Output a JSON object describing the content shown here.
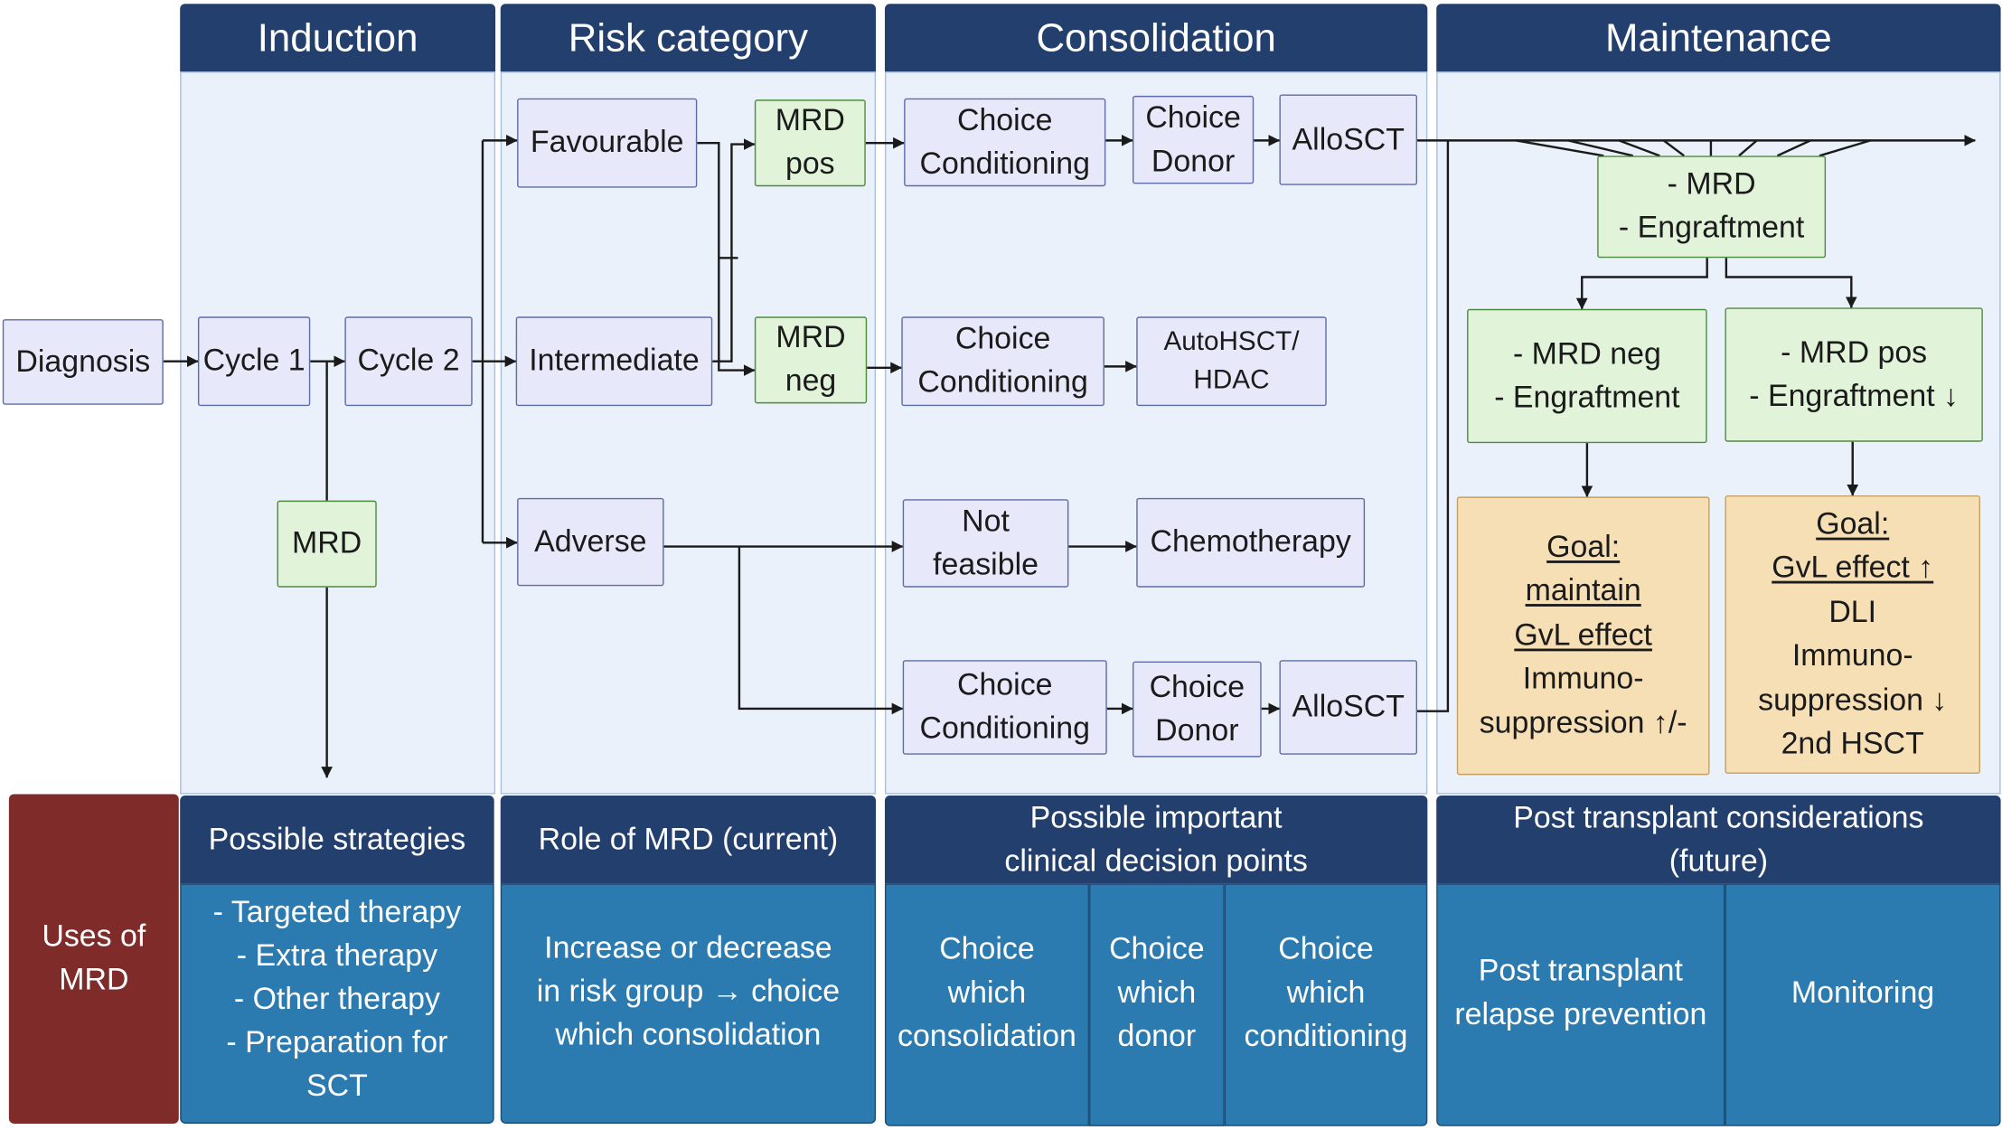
{
  "diagram": {
    "headers": {
      "induction": "Induction",
      "risk_category": "Risk category",
      "consolidation": "Consolidation",
      "maintenance": "Maintenance"
    },
    "induction": {
      "diagnosis": "Diagnosis",
      "cycle_1": "Cycle 1",
      "cycle_2": "Cycle 2",
      "mrd": "MRD"
    },
    "risk_category": {
      "favourable": "Favourable",
      "intermediate": "Intermediate",
      "adverse": "Adverse",
      "mrd_pos": [
        "MRD",
        "pos"
      ],
      "mrd_neg": [
        "MRD",
        "neg"
      ]
    },
    "consolidation": {
      "mrd_pos_path": {
        "conditioning": [
          "Choice",
          "Conditioning"
        ],
        "donor": [
          "Choice",
          "Donor"
        ],
        "transplant": "AlloSCT"
      },
      "mrd_neg_path": {
        "conditioning": [
          "Choice",
          "Conditioning"
        ],
        "treatment": [
          "AutoHSCT/",
          "HDAC"
        ]
      },
      "adverse_not_feasible_path": {
        "not_feasible": [
          "Not",
          "feasible"
        ],
        "treatment": "Chemotherapy"
      },
      "adverse_transplant_path": {
        "conditioning": [
          "Choice",
          "Conditioning"
        ],
        "donor": [
          "Choice",
          "Donor"
        ],
        "transplant": "AlloSCT"
      }
    },
    "maintenance": {
      "assessment": [
        "- MRD",
        "- Engraftment"
      ],
      "mrd_neg_branch": [
        "- MRD neg",
        "- Engraftment"
      ],
      "mrd_pos_branch": [
        "- MRD pos",
        "- Engraftment ↓"
      ],
      "mrd_neg_goal": [
        "Goal:",
        "maintain",
        "GvL effect",
        "Immuno-",
        "suppression ↑/-"
      ],
      "mrd_pos_goal": [
        "Goal:",
        "GvL effect ↑",
        "DLI",
        "Immuno-",
        "suppression ↓",
        "2nd HSCT"
      ]
    }
  },
  "uses_of_mrd": {
    "label": [
      "Uses of",
      "MRD"
    ],
    "induction": {
      "header": "Possible strategies",
      "lines": [
        "- Targeted therapy",
        "- Extra therapy",
        "- Other therapy",
        "- Preparation for",
        "SCT"
      ]
    },
    "risk_category": {
      "header": "Role of MRD (current)",
      "lines": [
        "Increase or decrease",
        "in risk group → choice",
        "which consolidation"
      ]
    },
    "consolidation": {
      "header": [
        "Possible important",
        "clinical decision points"
      ],
      "cells": [
        [
          "Choice",
          "which",
          "consolidation"
        ],
        [
          "Choice",
          "which",
          "donor"
        ],
        [
          "Choice",
          "which",
          "conditioning"
        ]
      ]
    },
    "maintenance": {
      "header": [
        "Post transplant considerations",
        "(future)"
      ],
      "cells": [
        [
          "Post transplant",
          "relapse prevention"
        ],
        [
          "Monitoring"
        ]
      ]
    }
  },
  "colors": {
    "header_navy": "#223f6e",
    "column_bg": "#eaf1fb",
    "column_border": "#a8bfe1",
    "step_fill": "#e7e9fa",
    "step_border": "#5e6da8",
    "mrd_fill": "#e1f3d9",
    "mrd_border": "#4f8b3f",
    "goal_fill": "#f6dfb5",
    "goal_border": "#c6a166",
    "uses_red": "#7e2b29",
    "uses_teal": "#2b7bb1",
    "uses_cell_border": "#1d4c75",
    "line": "#1a1a1a",
    "text": "#1b1b1b"
  }
}
